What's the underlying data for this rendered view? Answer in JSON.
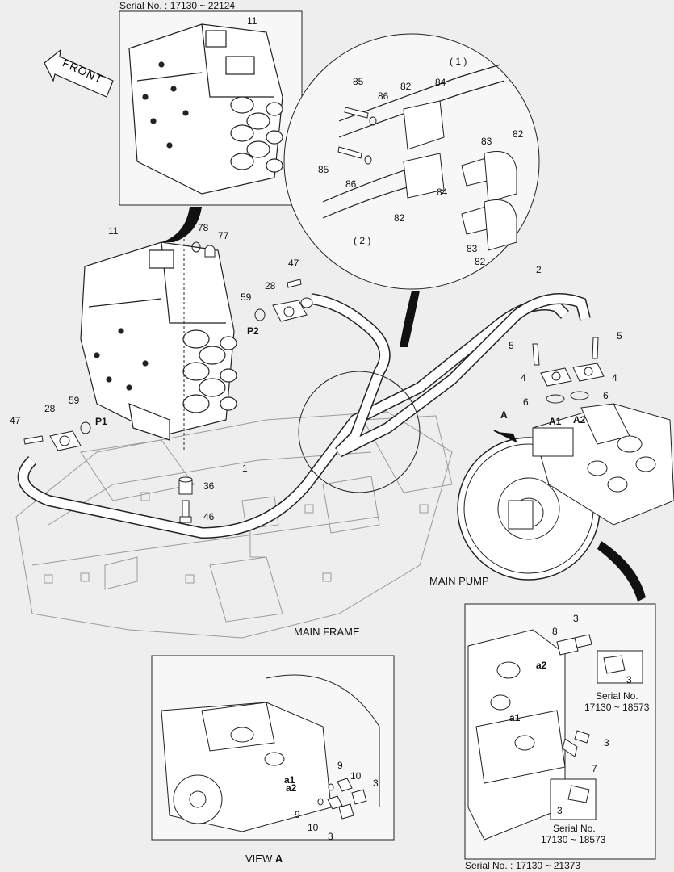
{
  "colors": {
    "background": "#eeeeee",
    "line": "#222222",
    "frame": "#999999",
    "hose_fill": "#ffffff"
  },
  "captions": {
    "serial_top": "Serial No. : 17130 ~ 22124",
    "front": "FRONT",
    "main_pump": "MAIN PUMP",
    "main_frame": "MAIN FRAME",
    "view_a": "VIEW",
    "view_a_letter": "A",
    "serial_bottom": "Serial No. : 17130 ~ 21373",
    "serial_inset_1a": "Serial No.",
    "serial_inset_1b": "17130 ~ 18573",
    "serial_inset_2a": "Serial No.",
    "serial_inset_2b": "17130 ~ 18573"
  },
  "callouts": {
    "c11_top": "11",
    "c11_mid": "11",
    "c78": "78",
    "c77": "77",
    "c47_top": "47",
    "c28_top": "28",
    "c59_top": "59",
    "p2": "P2",
    "c28_left": "28",
    "c59_left": "59",
    "c47_left": "47",
    "p1": "P1",
    "c36": "36",
    "c46": "46",
    "c1": "1",
    "c2": "2",
    "c5_right": "5",
    "c5_left": "5",
    "c4_left": "4",
    "c4_right": "4",
    "c6_left": "6",
    "c6_right": "6",
    "a1_big": "A1",
    "a2_big": "A2",
    "arrow_a": "A",
    "det_1": "( 1 )",
    "det_2": "( 2 )",
    "det_85a": "85",
    "det_86a": "86",
    "det_82a": "82",
    "det_84a": "84",
    "det_82b": "82",
    "det_83a": "83",
    "det_85b": "85",
    "det_86b": "86",
    "det_84b": "84",
    "det_82c": "82",
    "det_83b": "83",
    "det_82d": "82",
    "br_3a": "3",
    "br_8": "8",
    "br_a2": "a2",
    "br_a1": "a1",
    "br_3b": "3",
    "br_7": "7",
    "br_3c": "3",
    "br_3d": "3",
    "va_9a": "9",
    "va_10a": "10",
    "va_3a": "3",
    "va_a1": "a1",
    "va_a2": "a2",
    "va_9b": "9",
    "va_10b": "10",
    "va_3b": "3"
  }
}
